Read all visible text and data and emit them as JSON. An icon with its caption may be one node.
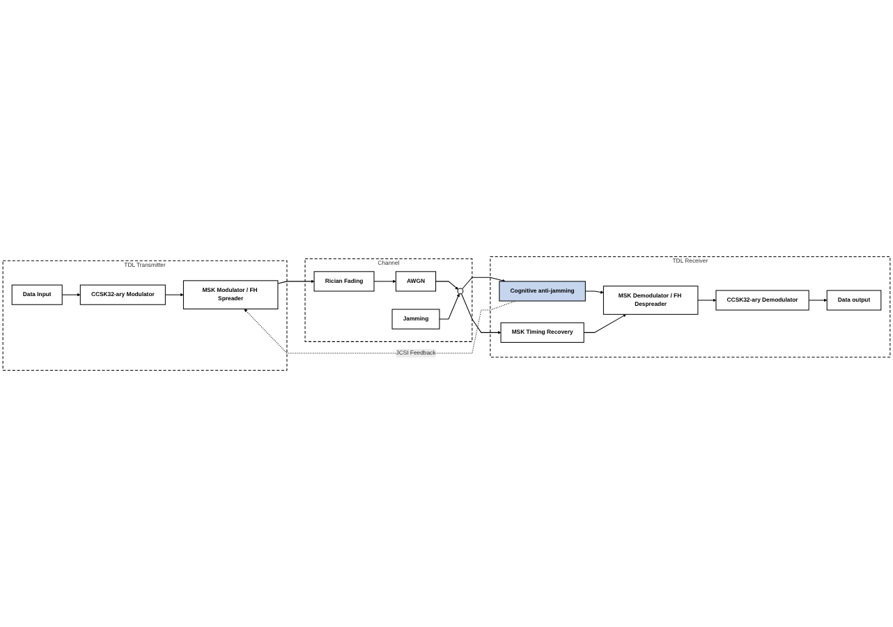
{
  "diagram": {
    "nodes": [
      {
        "text": [
          "TDL Transmitter"
        ]
      },
      {
        "text": [
          "Data Input"
        ],
        "in": 0
      },
      {
        "text": [
          "CCSK32-ary Modulator"
        ],
        "in": 0
      },
      {
        "text": [
          "MSK Modulator / FH Spreader"
        ],
        "in": 0
      },
      {
        "text": [
          "Channel"
        ]
      },
      {
        "text": [
          "Rician Fading"
        ],
        "in": 4
      },
      {
        "text": [
          "AWGN"
        ],
        "in": 4
      },
      {
        "text": [],
        "shape": "circle",
        "in": 4
      },
      {
        "text": [
          "Jamming"
        ],
        "in": 4
      },
      {
        "text": [
          "TDL Receiver"
        ]
      },
      {
        "text": [
          "Cognitive anti-jamming"
        ],
        "in": 9
      },
      {
        "text": [
          "Data output"
        ],
        "in": 9
      },
      {
        "text": [
          "CCSK32-ary Demodulator"
        ],
        "in": 9
      },
      {
        "text": [
          "MSK Demodulator / FH Despreader"
        ],
        "in": 9
      },
      {
        "text": [
          "MSK Timing Recovery"
        ],
        "in": 9
      }
    ],
    "edges": [
      {
        "from": 1,
        "to": 2,
        "arrow": "to"
      },
      {
        "from": 2,
        "to": 3,
        "arrow": "to"
      },
      {
        "from": 3,
        "to": 5,
        "arrow": "to"
      },
      {
        "from": 5,
        "to": 6,
        "arrow": "to"
      },
      {
        "from": 6,
        "to": 7,
        "arrow": "to"
      },
      {
        "from": 8,
        "to": 7,
        "arrow": "to"
      },
      {
        "from": 7,
        "to": 10,
        "arrow": "to"
      },
      {
        "from": 7,
        "to": 14,
        "arrow": "to"
      },
      {
        "from": 10,
        "to": 13,
        "arrow": "to"
      },
      {
        "from": 14,
        "to": 13,
        "arrow": "to"
      },
      {
        "from": 13,
        "to": 12,
        "arrow": "to"
      },
      {
        "from": 12,
        "to": 11,
        "arrow": "to"
      },
      {
        "from": 10,
        "to": 3,
        "arrow": "to",
        "style": "dashed",
        "label": "JCSI Feedback"
      }
    ]
  }
}
